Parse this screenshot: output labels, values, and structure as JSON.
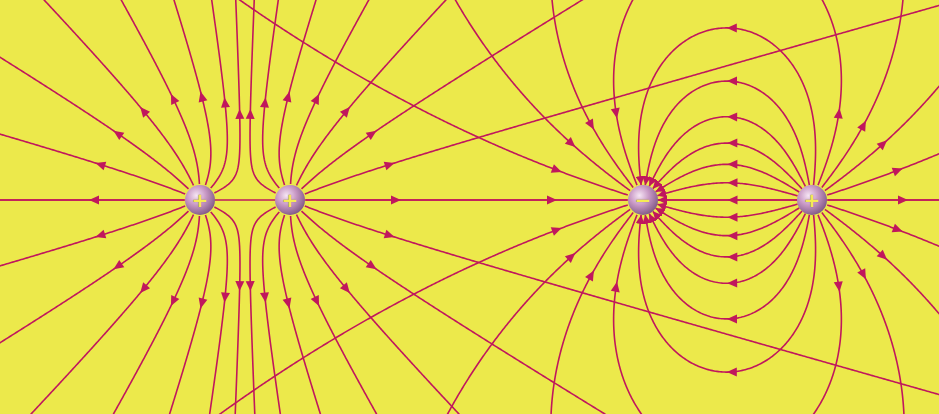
{
  "diagram": {
    "nodes": [
      {
        "text": [
          "+"
        ]
      },
      {
        "text": [
          "+"
        ]
      },
      {
        "text": [
          "−"
        ]
      },
      {
        "text": [
          "+"
        ]
      }
    ],
    "edges": [
      {
        "from": 3,
        "to": 2,
        "arrow": "to"
      },
      {
        "from": 3,
        "to": 2,
        "arrow": "to"
      },
      {
        "from": 3,
        "to": 2,
        "arrow": "to"
      },
      {
        "from": 3,
        "to": 2,
        "arrow": "to"
      },
      {
        "from": 3,
        "to": 2,
        "arrow": "to"
      },
      {
        "from": 3,
        "to": 2,
        "arrow": "to"
      },
      {
        "from": 3,
        "to": 2,
        "arrow": "to"
      },
      {
        "from": 3,
        "to": 2,
        "arrow": "to"
      },
      {
        "from": 3,
        "to": 2,
        "arrow": "to"
      },
      {
        "from": 3,
        "to": 2,
        "arrow": "to"
      },
      {
        "from": 3,
        "to": 2,
        "arrow": "to"
      },
      {
        "from": 3,
        "to": 2,
        "arrow": "to"
      },
      {
        "from": 3,
        "to": 2,
        "arrow": "to"
      }
    ]
  }
}
